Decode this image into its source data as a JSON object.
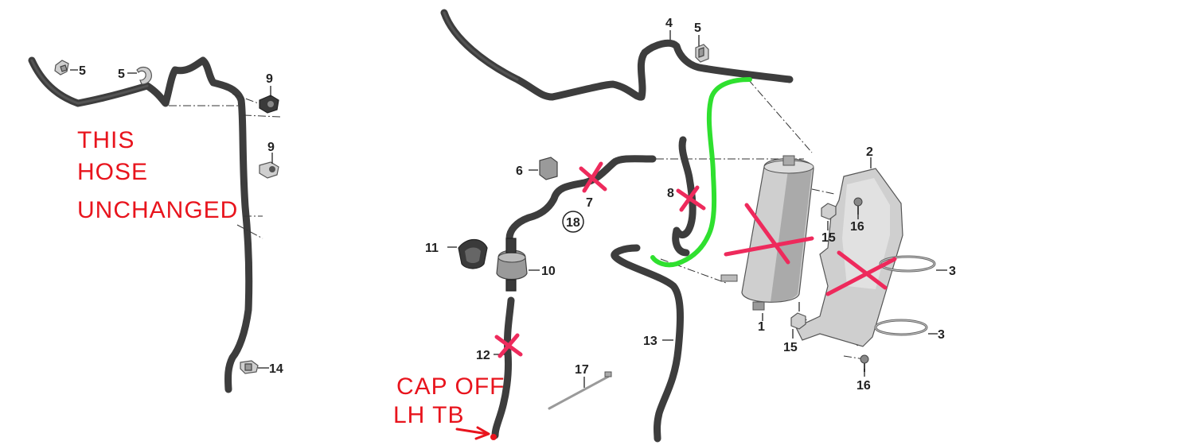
{
  "callouts": {
    "left_5a": "5",
    "left_5b": "5",
    "left_9a": "9",
    "left_9b": "9",
    "left_14": "14",
    "p4": "4",
    "p5": "5",
    "p6": "6",
    "p7": "7",
    "p8": "8",
    "p18": "18",
    "p11": "11",
    "p10": "10",
    "p12": "12",
    "p13": "13",
    "p17": "17",
    "p1": "1",
    "p2": "2",
    "p3a": "3",
    "p3b": "3",
    "p15a": "15",
    "p15b": "15",
    "p16a": "16",
    "p16b": "16"
  },
  "annotations": {
    "this_line1": "THIS",
    "this_line2": "HOSE",
    "this_line3": "UNCHANGED",
    "cap_line1": "CAP OFF",
    "cap_line2": "LH TB"
  },
  "colors": {
    "markup_red": "#e8141d",
    "cross_pink": "#ee2a5c",
    "reroute_green": "#2fe02f"
  }
}
